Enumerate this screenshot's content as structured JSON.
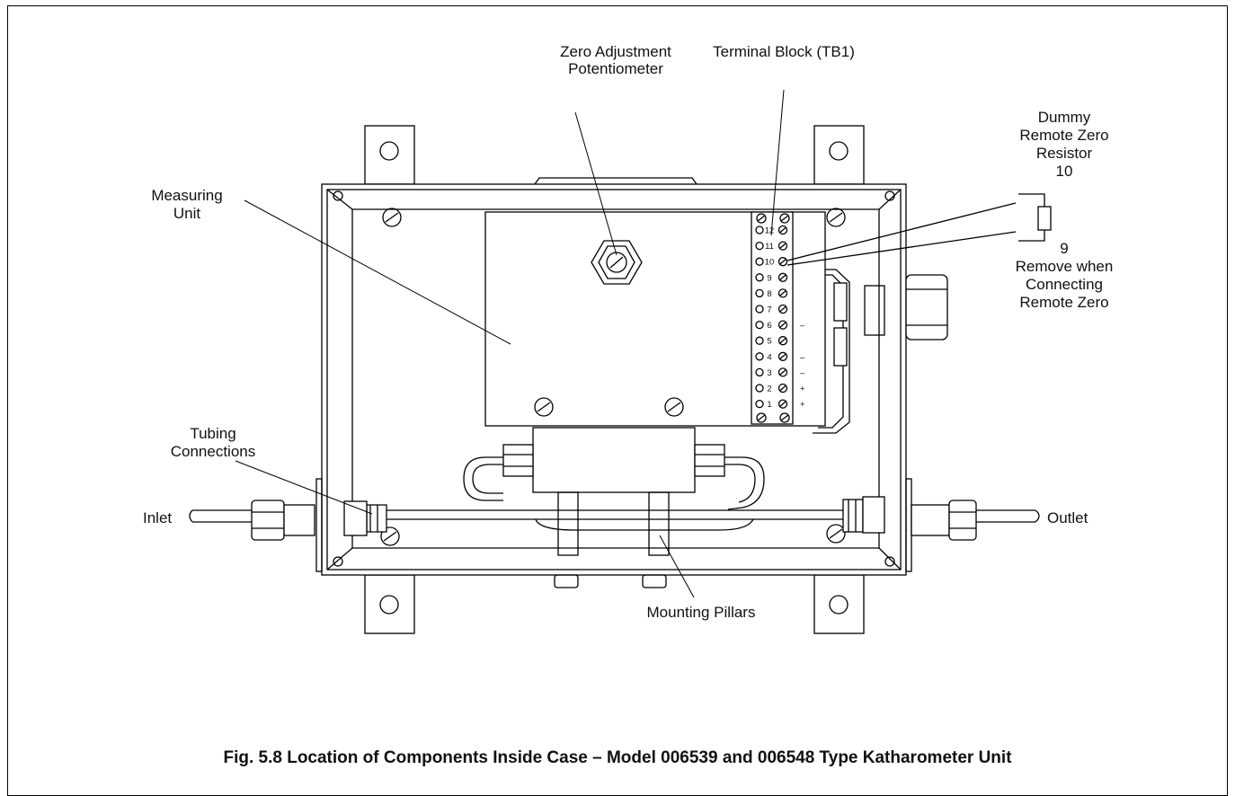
{
  "labels": {
    "zero_adjust_line1": "Zero Adjustment",
    "zero_adjust_line2": "Potentiometer",
    "terminal_block": "Terminal Block (TB1)",
    "dummy_line1": "Dummy",
    "dummy_line2": "Remote Zero",
    "dummy_line3": "Resistor",
    "resistor_top_terminal": "10",
    "resistor_bottom_terminal": "9",
    "remove_line1": "Remove when",
    "remove_line2": "Connecting",
    "remove_line3": "Remote Zero",
    "measuring_line1": "Measuring",
    "measuring_line2": "Unit",
    "tubing_line1": "Tubing",
    "tubing_line2": "Connections",
    "inlet": "Inlet",
    "outlet": "Outlet",
    "mounting_pillars": "Mounting Pillars"
  },
  "terminals": [
    {
      "num": "12",
      "pol": ""
    },
    {
      "num": "11",
      "pol": ""
    },
    {
      "num": "10",
      "pol": ""
    },
    {
      "num": "9",
      "pol": ""
    },
    {
      "num": "8",
      "pol": ""
    },
    {
      "num": "7",
      "pol": ""
    },
    {
      "num": "6",
      "pol": "–"
    },
    {
      "num": "5",
      "pol": ""
    },
    {
      "num": "4",
      "pol": "–"
    },
    {
      "num": "3",
      "pol": "–"
    },
    {
      "num": "2",
      "pol": "+"
    },
    {
      "num": "1",
      "pol": "+"
    }
  ],
  "caption": "Fig. 5.8 Location of Components Inside Case – Model 006539 and 006548 Type Katharometer Unit"
}
